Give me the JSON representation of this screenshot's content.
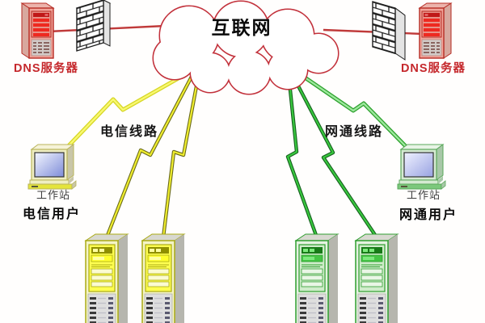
{
  "diagram": {
    "internet_label": "互联网",
    "left": {
      "dns_label": "DNS服务器",
      "line_label": "电信线路",
      "workstation_label": "工作站",
      "user_label": "电信用户"
    },
    "right": {
      "dns_label": "DNS服务器",
      "line_label": "网通线路",
      "workstation_label": "工作站",
      "user_label": "网通用户"
    },
    "colors": {
      "dns_accent": "#c5282c",
      "telecom_accent": "#e8e82a",
      "netcom_accent": "#35b53a",
      "cloud_outline": "#c2303a"
    }
  }
}
